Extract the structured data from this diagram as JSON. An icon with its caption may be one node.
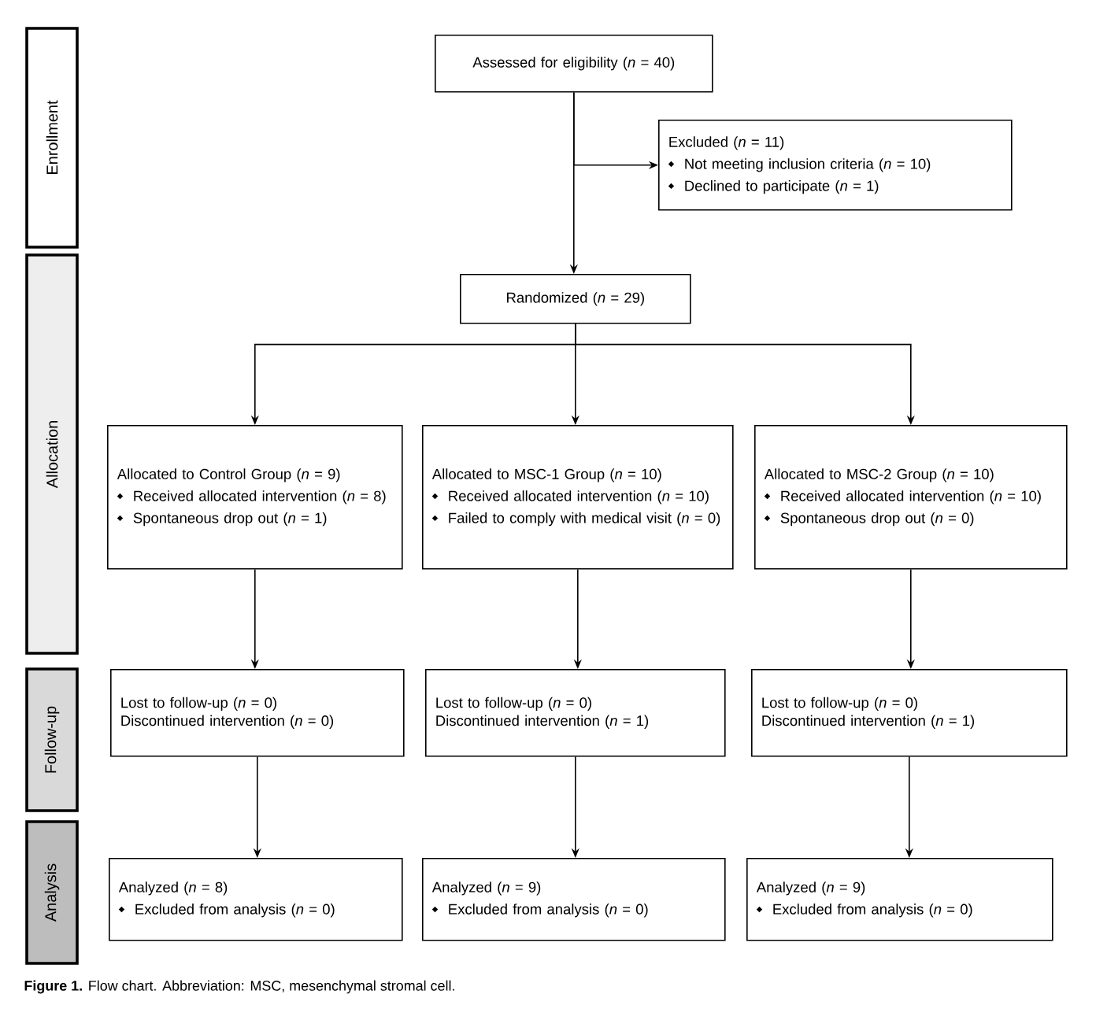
{
  "diagram": {
    "caption": "**Figure 1.** Flow chart. Abbreviation: MSC, mesenchymal stromal cell.",
    "nodes": [
      {
        "text": [
          "Enrollment"
        ]
      },
      {
        "text": [
          "Allocation"
        ]
      },
      {
        "text": [
          "Follow-up"
        ]
      },
      {
        "text": [
          "Analysis"
        ]
      },
      {
        "text": [
          "Assessed for eligibility (*n* = 40)"
        ]
      },
      {
        "text": [
          "Excluded (*n* = 11)",
          "Not meeting inclusion criteria (*n* = 10)",
          "Declined to participate (*n* = 1)"
        ]
      },
      {
        "text": [
          "Randomized (*n* = 29)"
        ]
      },
      {
        "text": [
          "Allocated to Control Group (*n* = 9)",
          "Received allocated intervention (*n* = 8)",
          "Spontaneous drop out (*n* = 1)"
        ]
      },
      {
        "text": [
          "Allocated to MSC-1 Group (*n* = 10)",
          "Received allocated intervention (*n* = 10)",
          "Failed to comply with medical visit (*n* = 0)"
        ]
      },
      {
        "text": [
          "Allocated to MSC-2 Group (*n* = 10)",
          "Received allocated intervention (*n* = 10)",
          "Spontaneous drop out (*n* = 0)"
        ]
      },
      {
        "text": [
          "Lost to follow-up (*n* = 0)",
          "Discontinued intervention (*n* = 0)"
        ]
      },
      {
        "text": [
          "Lost to follow-up (*n* = 0)",
          "Discontinued intervention (*n* = 1)"
        ]
      },
      {
        "text": [
          "Lost to follow-up (*n* = 0)",
          "Discontinued intervention (*n* = 1)"
        ]
      },
      {
        "text": [
          "Analyzed (*n* = 8)",
          "Excluded from analysis (*n* = 0)"
        ]
      },
      {
        "text": [
          "Analyzed (*n* = 9)",
          "Excluded from analysis (*n* = 0)"
        ]
      },
      {
        "text": [
          "Analyzed (*n* = 9)",
          "Excluded from analysis (*n* = 0)"
        ]
      }
    ],
    "edges": [
      {
        "from": 4,
        "to": 6,
        "arrow": "to"
      },
      {
        "from": 4,
        "to": 5,
        "arrow": "to"
      },
      {
        "from": 6,
        "to": 7,
        "arrow": "to"
      },
      {
        "from": 6,
        "to": 8,
        "arrow": "to"
      },
      {
        "from": 6,
        "to": 9,
        "arrow": "to"
      },
      {
        "from": 7,
        "to": 10,
        "arrow": "to"
      },
      {
        "from": 8,
        "to": 11,
        "arrow": "to"
      },
      {
        "from": 9,
        "to": 12,
        "arrow": "to"
      },
      {
        "from": 10,
        "to": 13,
        "arrow": "to"
      },
      {
        "from": 11,
        "to": 14,
        "arrow": "to"
      },
      {
        "from": 12,
        "to": 15,
        "arrow": "to"
      }
    ]
  }
}
